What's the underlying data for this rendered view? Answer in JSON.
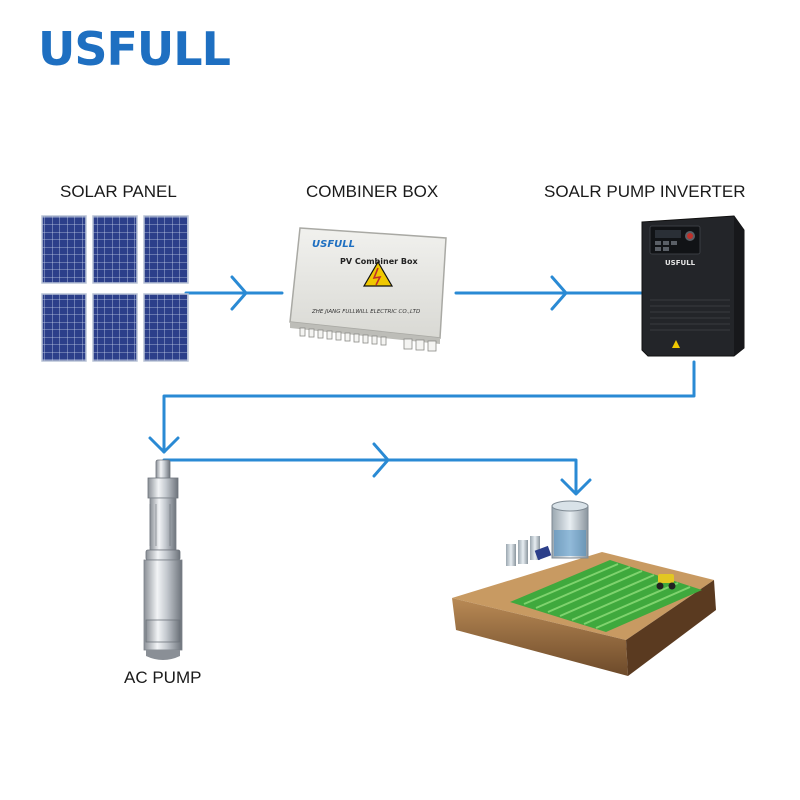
{
  "brand": {
    "logo": "USFULL",
    "color": "#1e6fc1"
  },
  "labels": {
    "solar_panel": "SOLAR PANEL",
    "combiner_box": "COMBINER BOX",
    "inverter": "SOALR PUMP INVERTER",
    "ac_pump": "AC PUMP"
  },
  "combiner": {
    "brand": "USFULL",
    "title": "PV Combiner Box",
    "maker": "ZHE JIANG FULLWILL ELECTRIC CO.,LTD"
  },
  "inverter": {
    "brand": "USFULL"
  },
  "colors": {
    "flow_line": "#2a8ad4",
    "panel_cell": "#2c3f8a",
    "inverter_body": "#232529"
  }
}
